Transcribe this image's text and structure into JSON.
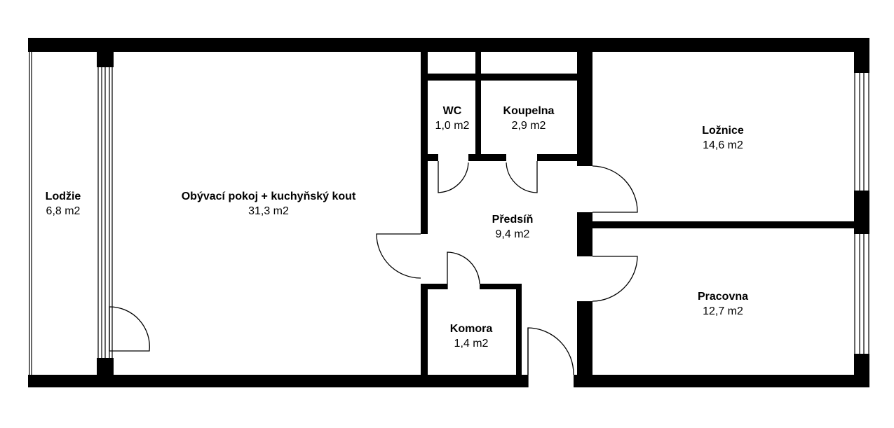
{
  "plan": {
    "rooms": [
      {
        "id": "lodzie",
        "name": "Lodžie",
        "area": "6,8 m2"
      },
      {
        "id": "obyvaci",
        "name": "Obývací pokoj + kuchyňský kout",
        "area": "31,3 m2"
      },
      {
        "id": "wc",
        "name": "WC",
        "area": "1,0 m2"
      },
      {
        "id": "koupelna",
        "name": "Koupelna",
        "area": "2,9 m2"
      },
      {
        "id": "loznice",
        "name": "Ložnice",
        "area": "14,6 m2"
      },
      {
        "id": "predsin",
        "name": "Předsíň",
        "area": "9,4 m2"
      },
      {
        "id": "komora",
        "name": "Komora",
        "area": "1,4 m2"
      },
      {
        "id": "pracovna",
        "name": "Pracovna",
        "area": "12,7 m2"
      }
    ],
    "colors": {
      "wall": "#000000",
      "background": "#ffffff"
    }
  }
}
